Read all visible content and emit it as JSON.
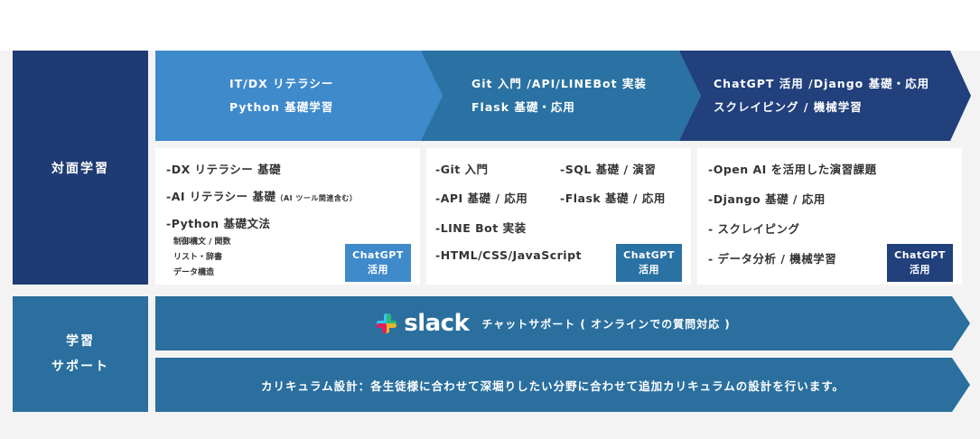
{
  "colors": {
    "phase1": "#3f8acb",
    "phase2": "#2a72a3",
    "phase3": "#21407c",
    "side_top": "#1f3b73",
    "side_bottom": "#2a6f9e",
    "banner": "#2a6f9e",
    "chatgpt_badge_1": "#3f8acb",
    "chatgpt_badge_2": "#2a72a3",
    "chatgpt_badge_3": "#21407c"
  },
  "side_labels": {
    "in_person": "対面学習",
    "support_line1": "学習",
    "support_line2": "サポート"
  },
  "phases": [
    {
      "line1": "IT/DX リテラシー",
      "line2": "Python 基礎学習"
    },
    {
      "line1": "Git 入門 /API/LINEBot 実装",
      "line2": "Flask 基礎・応用"
    },
    {
      "line1": "ChatGPT 活用 /Django 基礎・応用",
      "line2": "スクレイピング / 機械学習"
    }
  ],
  "col1": {
    "item1": "-DX リテラシー 基礎",
    "item2": "-AI リテラシー 基礎",
    "item2_note": "（AI ツール関連含む）",
    "item3": "-Python 基礎文法",
    "sub1": "制御構文 / 関数",
    "sub2": "リスト・辞書",
    "sub3": "データ構造"
  },
  "col2": {
    "item1": "-Git 入門",
    "item2": "-SQL 基礎 / 演習",
    "item3": "-API 基礎 / 応用",
    "item4": "-Flask 基礎 / 応用",
    "item5": "-LINE Bot 実装",
    "item6": "-HTML/CSS/JavaScript"
  },
  "col3": {
    "item1": "-Open AI を活用した演習課題",
    "item2": "-Django 基礎 / 応用",
    "item3": "- スクレイピング",
    "item4": "- データ分析 / 機械学習"
  },
  "chatgpt_badge": {
    "line1": "ChatGPT",
    "line2": "活用"
  },
  "slack_banner": {
    "logo_text": "slack",
    "text": "チャットサポート ( オンラインでの質問対応 )",
    "icon": "slack-logo-icon"
  },
  "curriculum_banner": {
    "text": "カリキュラム設計：各生徒様に合わせて深堀りしたい分野に合わせて追加カリキュラムの設計を行います。"
  }
}
